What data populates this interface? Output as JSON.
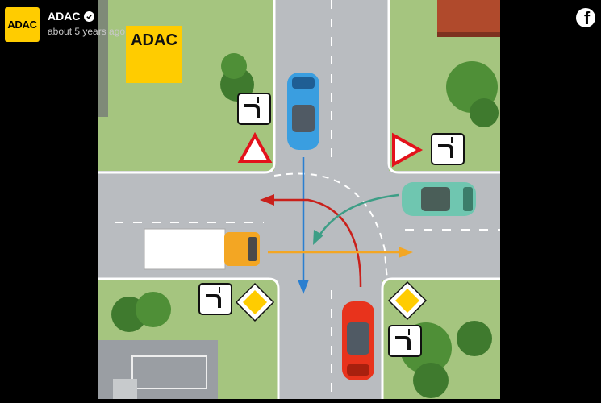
{
  "post": {
    "logo_text": "ADAC",
    "page_name": "ADAC",
    "timestamp": "about 5 years ago",
    "verified_icon": "verified-badge-icon",
    "facebook_icon": "facebook-icon"
  },
  "scene": {
    "building_sign": "ADAC",
    "colors": {
      "grass": "#a5c57f",
      "road": "#b9bcc0",
      "blue_car": "#3a9ee0",
      "teal_car": "#6fc6b0",
      "truck_cab": "#f3a623",
      "red_car": "#e8331c",
      "priority_sign": "#ffcc00"
    }
  }
}
